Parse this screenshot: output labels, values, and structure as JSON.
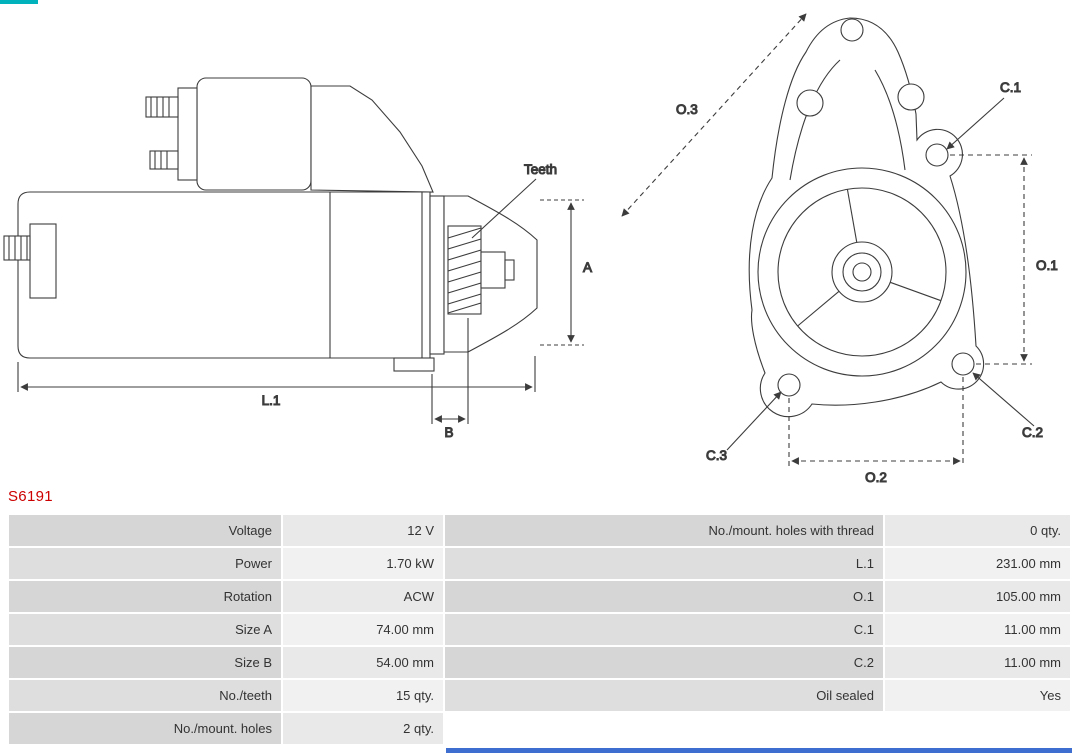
{
  "part_number": "S6191",
  "diagram": {
    "side_view": {
      "teeth": "Teeth",
      "a": "A",
      "b": "B",
      "l1": "L.1"
    },
    "front_view": {
      "o1": "O.1",
      "o2": "O.2",
      "o3": "O.3",
      "c1": "C.1",
      "c2": "C.2",
      "c3": "C.3"
    }
  },
  "specs_table": {
    "rows": [
      {
        "label1": "Voltage",
        "value1": "12 V",
        "label2": "No./mount. holes with thread",
        "value2": "0 qty."
      },
      {
        "label1": "Power",
        "value1": "1.70 kW",
        "label2": "L.1",
        "value2": "231.00 mm"
      },
      {
        "label1": "Rotation",
        "value1": "ACW",
        "label2": "O.1",
        "value2": "105.00 mm"
      },
      {
        "label1": "Size A",
        "value1": "74.00 mm",
        "label2": "C.1",
        "value2": "11.00 mm"
      },
      {
        "label1": "Size B",
        "value1": "54.00 mm",
        "label2": "C.2",
        "value2": "11.00 mm"
      },
      {
        "label1": "No./teeth",
        "value1": "15 qty.",
        "label2": "Oil sealed",
        "value2": "Yes"
      },
      {
        "label1": "No./mount. holes",
        "value1": "2 qty.",
        "label2": "",
        "value2": ""
      }
    ]
  },
  "colors": {
    "part_number": "#cc0000",
    "drawing_line": "#3c3c3c",
    "label_cell_bg": "#d9d9d9",
    "value_cell_bg": "#ebebeb",
    "bottom_bar": "#3d6ed0",
    "top_left_artifact": "#00b2bc"
  }
}
